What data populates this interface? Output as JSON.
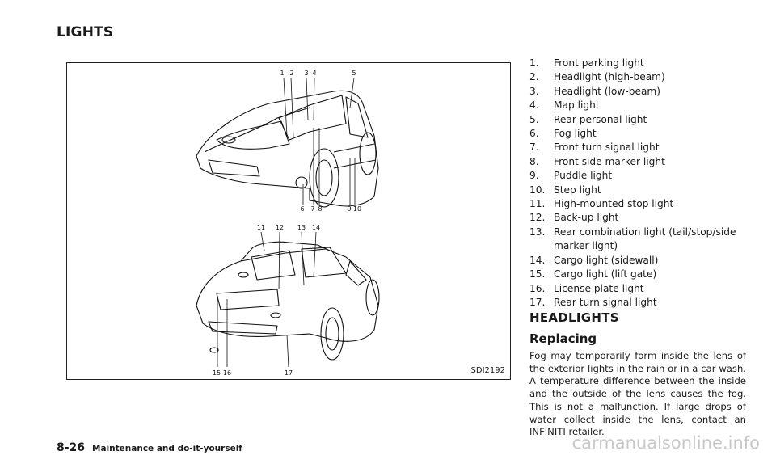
{
  "section_title": "LIGHTS",
  "figure": {
    "code": "SDI2192",
    "callouts_top": [
      "1",
      "2",
      "3",
      "4",
      "5",
      "6",
      "7",
      "8",
      "9",
      "10"
    ],
    "callouts_rear": [
      "11",
      "12",
      "13",
      "14",
      "15",
      "16",
      "17"
    ]
  },
  "light_list": [
    {
      "num": "1.",
      "text": "Front parking light"
    },
    {
      "num": "2.",
      "text": "Headlight (high-beam)"
    },
    {
      "num": "3.",
      "text": "Headlight (low-beam)"
    },
    {
      "num": "4.",
      "text": "Map light"
    },
    {
      "num": "5.",
      "text": "Rear personal light"
    },
    {
      "num": "6.",
      "text": "Fog light"
    },
    {
      "num": "7.",
      "text": "Front turn signal light"
    },
    {
      "num": "8.",
      "text": "Front side marker light"
    },
    {
      "num": "9.",
      "text": "Puddle light"
    },
    {
      "num": "10.",
      "text": "Step light"
    },
    {
      "num": "11.",
      "text": "High-mounted stop light"
    },
    {
      "num": "12.",
      "text": "Back-up light"
    },
    {
      "num": "13.",
      "text": "Rear combination light (tail/stop/side marker light)"
    },
    {
      "num": "14.",
      "text": "Cargo light (sidewall)"
    },
    {
      "num": "15.",
      "text": "Cargo light (lift gate)"
    },
    {
      "num": "16.",
      "text": "License plate light"
    },
    {
      "num": "17.",
      "text": "Rear turn signal light"
    }
  ],
  "headlights_heading": "HEADLIGHTS",
  "replacing_heading": "Replacing",
  "body_text": "Fog may temporarily form inside the lens of the exterior lights in the rain or in a car wash. A temperature difference between the inside and the outside of the lens causes the fog. This is not a malfunction. If large drops of water collect inside the lens, contact an INFINITI retailer.",
  "footer": {
    "page_number": "8-26",
    "section": "Maintenance and do-it-yourself"
  },
  "watermark": "carmanualsonline.info"
}
